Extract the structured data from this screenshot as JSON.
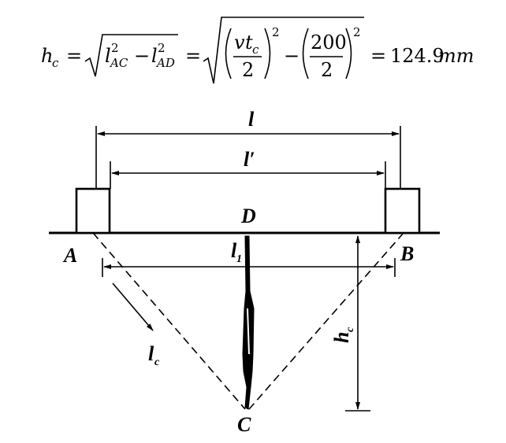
{
  "formula": {
    "lhs_var": "h",
    "lhs_sub": "c",
    "l_var": "l",
    "sq": "2",
    "sub_ac": "AC",
    "sub_ad": "AD",
    "num1_v": "v",
    "num1_t": "t",
    "num1_sub": "c",
    "num2": "200",
    "den": "2",
    "exp": "2",
    "eq": "=",
    "minus": "−",
    "result": "124.9",
    "result_unit": "mm"
  },
  "diagram": {
    "label_l": "l",
    "label_l_prime": "l′",
    "label_D": "D",
    "label_A": "A",
    "label_B": "B",
    "label_C": "C",
    "label_l1": "l",
    "label_l1_sub": "1",
    "label_lc": "l",
    "label_lc_sub": "c",
    "label_hc": "h",
    "label_hc_sub": "c"
  }
}
